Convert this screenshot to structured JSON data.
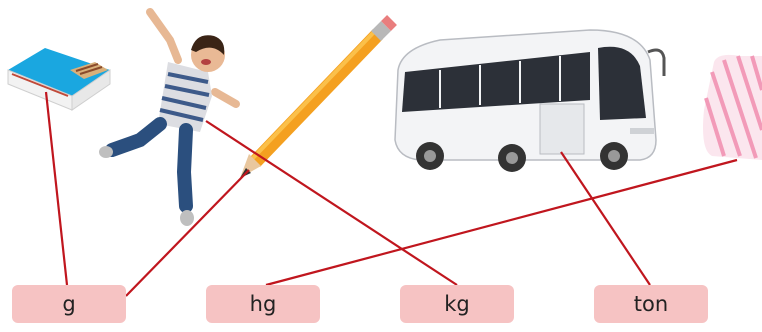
{
  "units": {
    "g": "g",
    "hg": "hg",
    "kg": "kg",
    "ton": "ton"
  },
  "objects": {
    "matchbox": "matchbox-icon",
    "child": "child-icon",
    "pencil": "pencil-icon",
    "bus": "bus-icon",
    "bag": "candy-bag-icon"
  },
  "colors": {
    "line": "#c0161e",
    "box": "#f6c3c3"
  }
}
